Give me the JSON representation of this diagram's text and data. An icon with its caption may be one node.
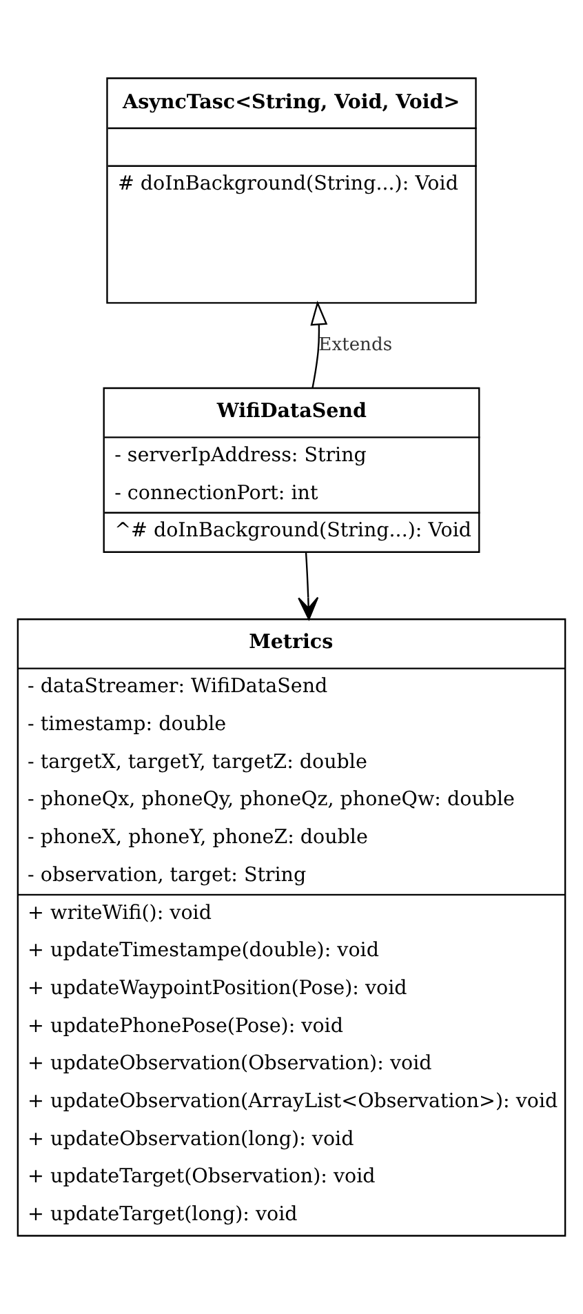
{
  "diagram": {
    "nodes": [
      {
        "text": [
          "AsyncTasc<String, Void, Void>",
          "# doInBackground(String...): Void"
        ]
      },
      {
        "text": [
          "WifiDataSend",
          "- serverIpAddress: String",
          "- connectionPort: int",
          "^# doInBackground(String...): Void"
        ]
      },
      {
        "text": [
          "Metrics",
          "- dataStreamer: WifiDataSend",
          "- timestamp: double",
          "- targetX, targetY, targetZ: double",
          "- phoneQx, phoneQy, phoneQz, phoneQw: double",
          "- phoneX, phoneY, phoneZ: double",
          "- observation, target: String",
          "+ writeWifi(): void",
          "+ updateTimestampe(double): void",
          "+ updateWaypointPosition(Pose): void",
          "+ updatePhonePose(Pose): void",
          "+ updateObservation(Observation): void",
          "+ updateObservation(ArrayList<Observation>): void",
          "+ updateObservation(long): void",
          "+ updateTarget(Observation): void",
          "+ updateTarget(long): void"
        ]
      }
    ],
    "edges": [
      {
        "from": 1,
        "to": 0,
        "arrow": "to",
        "label": "Extends"
      },
      {
        "from": 1,
        "to": 2,
        "arrow": "to"
      }
    ]
  }
}
